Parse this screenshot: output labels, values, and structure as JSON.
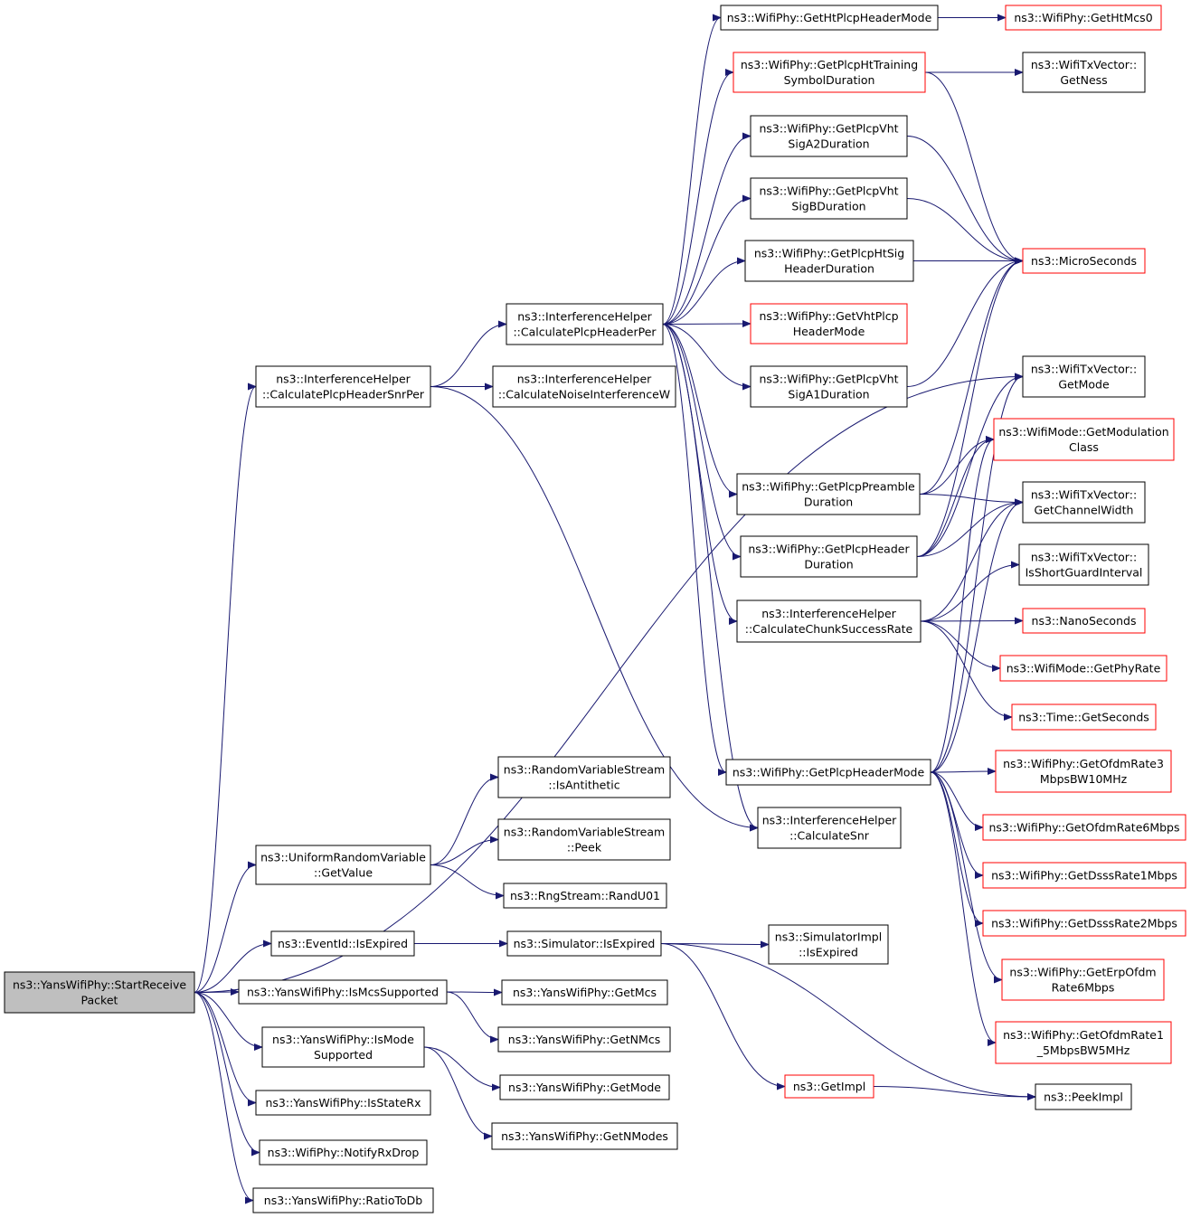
{
  "diagram": {
    "type": "call-graph",
    "colors": {
      "edge": "#191970",
      "node_border": "#000000",
      "external_border": "#ff0000",
      "root_fill": "#bfbfbf",
      "node_fill": "#ffffff"
    },
    "root": "startreceive",
    "nodes": [
      {
        "id": "startreceive",
        "lines": [
          "ns3::YansWifiPhy::StartReceive",
          "Packet"
        ],
        "kind": "root"
      },
      {
        "id": "calcsnrper",
        "lines": [
          "ns3::InterferenceHelper",
          "::CalculatePlcpHeaderSnrPer"
        ],
        "kind": "normal"
      },
      {
        "id": "uniformgetvalue",
        "lines": [
          "ns3::UniformRandomVariable",
          "::GetValue"
        ],
        "kind": "normal"
      },
      {
        "id": "eventidisexpired",
        "lines": [
          "ns3::EventId::IsExpired"
        ],
        "kind": "normal"
      },
      {
        "id": "ismcssupported",
        "lines": [
          "ns3::YansWifiPhy::IsMcsSupported"
        ],
        "kind": "normal"
      },
      {
        "id": "ismodesupported",
        "lines": [
          "ns3::YansWifiPhy::IsMode",
          "Supported"
        ],
        "kind": "normal"
      },
      {
        "id": "isstaterx",
        "lines": [
          "ns3::YansWifiPhy::IsStateRx"
        ],
        "kind": "normal"
      },
      {
        "id": "notifyrxdrop",
        "lines": [
          "ns3::WifiPhy::NotifyRxDrop"
        ],
        "kind": "normal"
      },
      {
        "id": "ratiotodb",
        "lines": [
          "ns3::YansWifiPhy::RatioToDb"
        ],
        "kind": "normal"
      },
      {
        "id": "calcheaderper",
        "lines": [
          "ns3::InterferenceHelper",
          "::CalculatePlcpHeaderPer"
        ],
        "kind": "normal"
      },
      {
        "id": "calcnoise",
        "lines": [
          "ns3::InterferenceHelper",
          "::CalculateNoiseInterferenceW"
        ],
        "kind": "normal"
      },
      {
        "id": "isantithetic",
        "lines": [
          "ns3::RandomVariableStream",
          "::IsAntithetic"
        ],
        "kind": "normal"
      },
      {
        "id": "peek",
        "lines": [
          "ns3::RandomVariableStream",
          "::Peek"
        ],
        "kind": "normal"
      },
      {
        "id": "randu01",
        "lines": [
          "ns3::RngStream::RandU01"
        ],
        "kind": "normal"
      },
      {
        "id": "simisexpired",
        "lines": [
          "ns3::Simulator::IsExpired"
        ],
        "kind": "normal"
      },
      {
        "id": "getmcs",
        "lines": [
          "ns3::YansWifiPhy::GetMcs"
        ],
        "kind": "normal"
      },
      {
        "id": "getnmcs",
        "lines": [
          "ns3::YansWifiPhy::GetNMcs"
        ],
        "kind": "normal"
      },
      {
        "id": "getmode",
        "lines": [
          "ns3::YansWifiPhy::GetMode"
        ],
        "kind": "normal"
      },
      {
        "id": "getnmodes",
        "lines": [
          "ns3::YansWifiPhy::GetNModes"
        ],
        "kind": "normal"
      },
      {
        "id": "htplcpheadermode",
        "lines": [
          "ns3::WifiPhy::GetHtPlcpHeaderMode"
        ],
        "kind": "normal"
      },
      {
        "id": "httraining",
        "lines": [
          "ns3::WifiPhy::GetPlcpHtTraining",
          "SymbolDuration"
        ],
        "kind": "external"
      },
      {
        "id": "vhtsiga2",
        "lines": [
          "ns3::WifiPhy::GetPlcpVht",
          "SigA2Duration"
        ],
        "kind": "normal"
      },
      {
        "id": "vhtsigb",
        "lines": [
          "ns3::WifiPhy::GetPlcpVht",
          "SigBDuration"
        ],
        "kind": "normal"
      },
      {
        "id": "htsigheader",
        "lines": [
          "ns3::WifiPhy::GetPlcpHtSig",
          "HeaderDuration"
        ],
        "kind": "normal"
      },
      {
        "id": "vhtplcpheadermode",
        "lines": [
          "ns3::WifiPhy::GetVhtPlcp",
          "HeaderMode"
        ],
        "kind": "external"
      },
      {
        "id": "vhtsiga1",
        "lines": [
          "ns3::WifiPhy::GetPlcpVht",
          "SigA1Duration"
        ],
        "kind": "normal"
      },
      {
        "id": "preamble",
        "lines": [
          "ns3::WifiPhy::GetPlcpPreamble",
          "Duration"
        ],
        "kind": "normal"
      },
      {
        "id": "headerduration",
        "lines": [
          "ns3::WifiPhy::GetPlcpHeader",
          "Duration"
        ],
        "kind": "normal"
      },
      {
        "id": "chunksuccess",
        "lines": [
          "ns3::InterferenceHelper",
          "::CalculateChunkSuccessRate"
        ],
        "kind": "normal"
      },
      {
        "id": "plcpheadermode",
        "lines": [
          "ns3::WifiPhy::GetPlcpHeaderMode"
        ],
        "kind": "normal"
      },
      {
        "id": "calcsnr",
        "lines": [
          "ns3::InterferenceHelper",
          "::CalculateSnr"
        ],
        "kind": "normal"
      },
      {
        "id": "simimplisexpired",
        "lines": [
          "ns3::SimulatorImpl",
          "::IsExpired"
        ],
        "kind": "normal"
      },
      {
        "id": "getimpl",
        "lines": [
          "ns3::GetImpl"
        ],
        "kind": "external"
      },
      {
        "id": "htmcs0",
        "lines": [
          "ns3::WifiPhy::GetHtMcs0"
        ],
        "kind": "external"
      },
      {
        "id": "getness",
        "lines": [
          "ns3::WifiTxVector::",
          "GetNess"
        ],
        "kind": "normal"
      },
      {
        "id": "microseconds",
        "lines": [
          "ns3::MicroSeconds"
        ],
        "kind": "external"
      },
      {
        "id": "txvgetmode",
        "lines": [
          "ns3::WifiTxVector::",
          "GetMode"
        ],
        "kind": "normal"
      },
      {
        "id": "modulationclass",
        "lines": [
          "ns3::WifiMode::GetModulation",
          "Class"
        ],
        "kind": "external"
      },
      {
        "id": "channelwidth",
        "lines": [
          "ns3::WifiTxVector::",
          "GetChannelWidth"
        ],
        "kind": "normal"
      },
      {
        "id": "shortguard",
        "lines": [
          "ns3::WifiTxVector::",
          "IsShortGuardInterval"
        ],
        "kind": "normal"
      },
      {
        "id": "nanoseconds",
        "lines": [
          "ns3::NanoSeconds"
        ],
        "kind": "external"
      },
      {
        "id": "phyrate",
        "lines": [
          "ns3::WifiMode::GetPhyRate"
        ],
        "kind": "external"
      },
      {
        "id": "getseconds",
        "lines": [
          "ns3::Time::GetSeconds"
        ],
        "kind": "external"
      },
      {
        "id": "ofdm3",
        "lines": [
          "ns3::WifiPhy::GetOfdmRate3",
          "MbpsBW10MHz"
        ],
        "kind": "external"
      },
      {
        "id": "ofdm6",
        "lines": [
          "ns3::WifiPhy::GetOfdmRate6Mbps"
        ],
        "kind": "external"
      },
      {
        "id": "dsss1",
        "lines": [
          "ns3::WifiPhy::GetDsssRate1Mbps"
        ],
        "kind": "external"
      },
      {
        "id": "dsss2",
        "lines": [
          "ns3::WifiPhy::GetDsssRate2Mbps"
        ],
        "kind": "external"
      },
      {
        "id": "erpofdm6",
        "lines": [
          "ns3::WifiPhy::GetErpOfdm",
          "Rate6Mbps"
        ],
        "kind": "external"
      },
      {
        "id": "ofdm15",
        "lines": [
          "ns3::WifiPhy::GetOfdmRate1",
          "_5MbpsBW5MHz"
        ],
        "kind": "external"
      },
      {
        "id": "peekimpl",
        "lines": [
          "ns3::PeekImpl"
        ],
        "kind": "normal"
      }
    ],
    "edges": [
      [
        "startreceive",
        "calcsnrper"
      ],
      [
        "startreceive",
        "txvgetmode"
      ],
      [
        "startreceive",
        "uniformgetvalue"
      ],
      [
        "startreceive",
        "eventidisexpired"
      ],
      [
        "startreceive",
        "ismcssupported"
      ],
      [
        "startreceive",
        "ismodesupported"
      ],
      [
        "startreceive",
        "isstaterx"
      ],
      [
        "startreceive",
        "notifyrxdrop"
      ],
      [
        "startreceive",
        "ratiotodb"
      ],
      [
        "calcsnrper",
        "calcheaderper"
      ],
      [
        "calcsnrper",
        "calcnoise"
      ],
      [
        "calcsnrper",
        "calcsnr"
      ],
      [
        "calcheaderper",
        "htplcpheadermode"
      ],
      [
        "calcheaderper",
        "httraining"
      ],
      [
        "calcheaderper",
        "vhtsiga2"
      ],
      [
        "calcheaderper",
        "vhtsigb"
      ],
      [
        "calcheaderper",
        "htsigheader"
      ],
      [
        "calcheaderper",
        "vhtplcpheadermode"
      ],
      [
        "calcheaderper",
        "vhtsiga1"
      ],
      [
        "calcheaderper",
        "preamble"
      ],
      [
        "calcheaderper",
        "headerduration"
      ],
      [
        "calcheaderper",
        "chunksuccess"
      ],
      [
        "calcheaderper",
        "plcpheadermode"
      ],
      [
        "calcheaderper",
        "calcsnr"
      ],
      [
        "htplcpheadermode",
        "htmcs0"
      ],
      [
        "httraining",
        "getness"
      ],
      [
        "httraining",
        "microseconds"
      ],
      [
        "vhtsiga2",
        "microseconds"
      ],
      [
        "vhtsigb",
        "microseconds"
      ],
      [
        "htsigheader",
        "microseconds"
      ],
      [
        "vhtsiga1",
        "microseconds"
      ],
      [
        "preamble",
        "microseconds"
      ],
      [
        "preamble",
        "modulationclass"
      ],
      [
        "preamble",
        "channelwidth"
      ],
      [
        "headerduration",
        "microseconds"
      ],
      [
        "headerduration",
        "txvgetmode"
      ],
      [
        "headerduration",
        "modulationclass"
      ],
      [
        "headerduration",
        "channelwidth"
      ],
      [
        "chunksuccess",
        "channelwidth"
      ],
      [
        "chunksuccess",
        "shortguard"
      ],
      [
        "chunksuccess",
        "nanoseconds"
      ],
      [
        "chunksuccess",
        "phyrate"
      ],
      [
        "chunksuccess",
        "getseconds"
      ],
      [
        "plcpheadermode",
        "txvgetmode"
      ],
      [
        "plcpheadermode",
        "modulationclass"
      ],
      [
        "plcpheadermode",
        "channelwidth"
      ],
      [
        "plcpheadermode",
        "ofdm3"
      ],
      [
        "plcpheadermode",
        "ofdm6"
      ],
      [
        "plcpheadermode",
        "dsss1"
      ],
      [
        "plcpheadermode",
        "dsss2"
      ],
      [
        "plcpheadermode",
        "erpofdm6"
      ],
      [
        "plcpheadermode",
        "ofdm15"
      ],
      [
        "uniformgetvalue",
        "isantithetic"
      ],
      [
        "uniformgetvalue",
        "peek"
      ],
      [
        "uniformgetvalue",
        "randu01"
      ],
      [
        "eventidisexpired",
        "simisexpired"
      ],
      [
        "simisexpired",
        "simimplisexpired"
      ],
      [
        "simisexpired",
        "getimpl"
      ],
      [
        "simisexpired",
        "peekimpl"
      ],
      [
        "getimpl",
        "peekimpl"
      ],
      [
        "ismcssupported",
        "getmcs"
      ],
      [
        "ismcssupported",
        "getnmcs"
      ],
      [
        "ismodesupported",
        "getmode"
      ],
      [
        "ismodesupported",
        "getnmodes"
      ]
    ]
  }
}
